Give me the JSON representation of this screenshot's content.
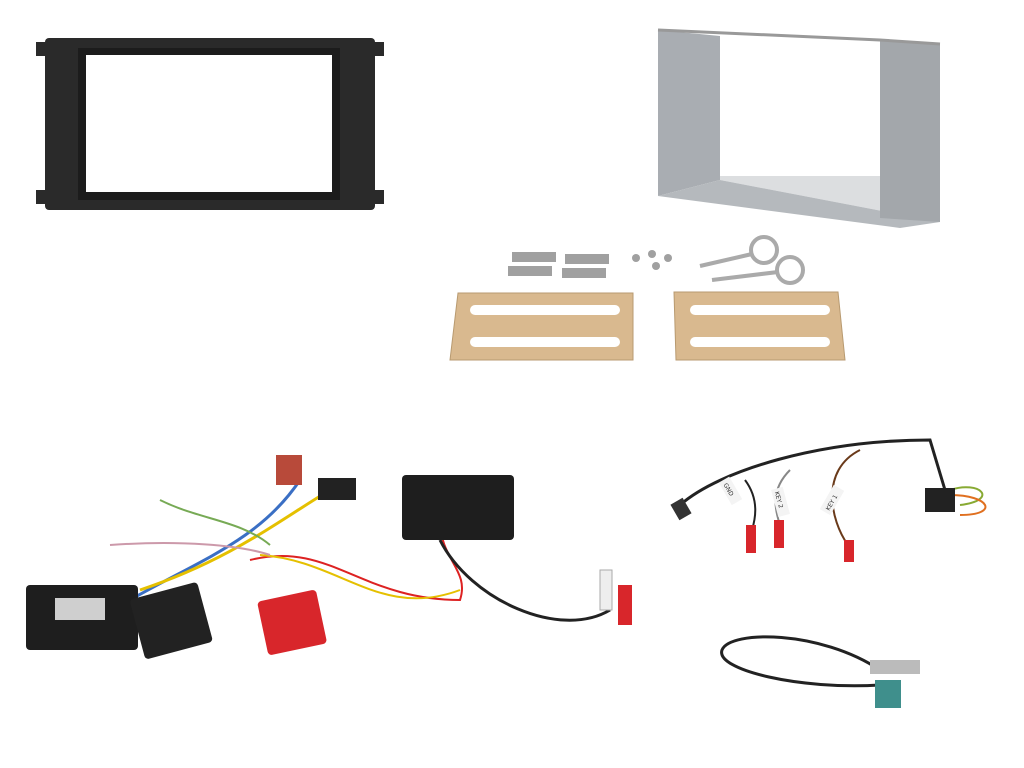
{
  "wire_labels": {
    "gnd": "GND",
    "key2": "KEY 2",
    "key1": "KEY 1"
  },
  "colors": {
    "fascia": "#2a2a2a",
    "cage": "#b9bdc2",
    "plate": "#d9b98f",
    "red_connector": "#d8262b",
    "antenna_adapter": "#3f8f8c"
  }
}
